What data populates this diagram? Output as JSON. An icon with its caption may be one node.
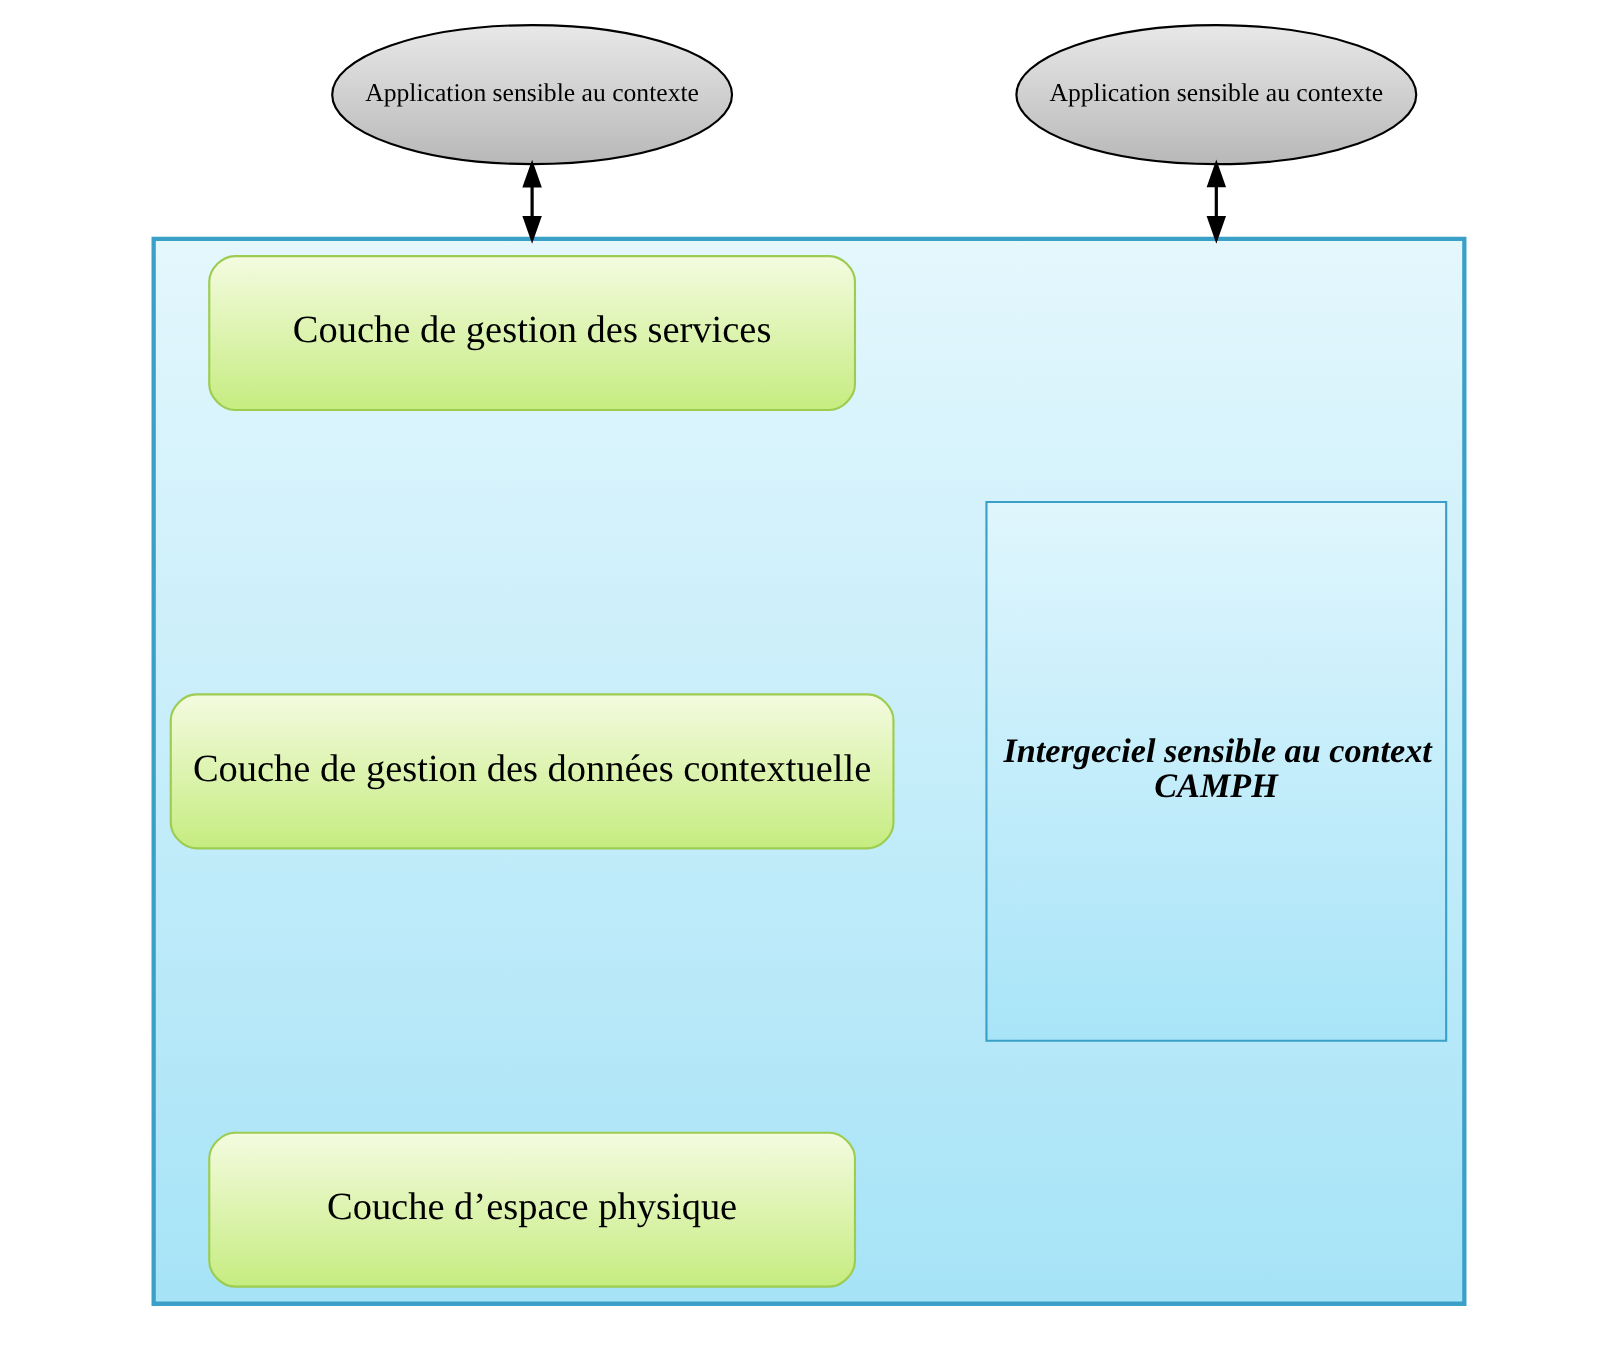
{
  "diagram": {
    "nodes": [
      {
        "text": [
          "Application sensible au contexte"
        ]
      },
      {
        "text": [
          "Application sensible au contexte"
        ]
      },
      {
        "text": [],
        "shape": "box"
      },
      {
        "text": [
          "Couche de gestion des services"
        ],
        "in": 2
      },
      {
        "text": [
          "Couche de gestion des données contextuelle"
        ],
        "in": 2
      },
      {
        "text": [
          "Couche d’espace physique"
        ],
        "in": 2
      },
      {
        "text": [
          "Intergeciel sensible au context",
          "CAMPH"
        ],
        "in": 2
      }
    ],
    "edges": [
      {
        "from": 0,
        "to": 2,
        "arrow": "both"
      },
      {
        "from": 1,
        "to": 2,
        "arrow": "both"
      }
    ]
  }
}
